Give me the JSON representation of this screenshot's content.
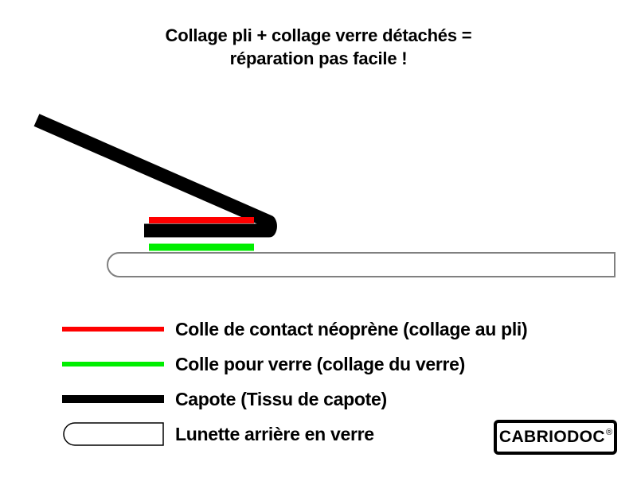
{
  "title": {
    "line1": "Collage pli + collage verre détachés =",
    "line2": "réparation pas facile !"
  },
  "colors": {
    "neoprene_glue": "#FF0000",
    "glass_glue": "#00EE00",
    "capote_fabric": "#000000",
    "glass_outline": "#808080",
    "background": "#FFFFFF",
    "text": "#000000"
  },
  "diagram": {
    "name": "cross-section-of-detached-convertible-top-fold-and-glass",
    "elements": [
      {
        "name": "capote-fabric-folded-flap",
        "material": "Capote (Tissu de capote)",
        "color": "#000000",
        "description": "Thick black folded fabric: diagonal upper flap peeling up-left, rounded fold at right, horizontal lower layer returning left"
      },
      {
        "name": "neoprene-glue-layer",
        "material": "Colle de contact néoprène (collage au pli)",
        "color": "#FF0000",
        "description": "Red layer between the diagonal flap and the horizontal fabric layer — the detached fold bond"
      },
      {
        "name": "glass-glue-layer",
        "material": "Colle pour verre (collage du verre)",
        "color": "#00EE00",
        "description": "Green layer between the fabric underside and the rear glass — the detached glass bond"
      },
      {
        "name": "rear-glass-panel",
        "material": "Lunette arrière en verre",
        "color": "#FFFFFF",
        "outline": "#808080",
        "description": "Long white panel with rounded left end and square right end"
      }
    ]
  },
  "legend": {
    "items": [
      {
        "swatch": "red-line-swatch",
        "swatch_type": "line",
        "color": "#FF0000",
        "label": "Colle de contact néoprène (collage au pli)"
      },
      {
        "swatch": "green-line-swatch",
        "swatch_type": "line",
        "color": "#00EE00",
        "label": "Colle pour verre (collage du verre)"
      },
      {
        "swatch": "black-thick-line-swatch",
        "swatch_type": "thick-line",
        "color": "#000000",
        "label": "Capote (Tissu de capote)"
      },
      {
        "swatch": "glass-shape-swatch",
        "swatch_type": "rounded-panel",
        "color": "#FFFFFF",
        "outline": "#000000",
        "label": "Lunette arrière en verre"
      }
    ]
  },
  "logo": {
    "text": "CABRIODOC",
    "trademark": "®"
  }
}
